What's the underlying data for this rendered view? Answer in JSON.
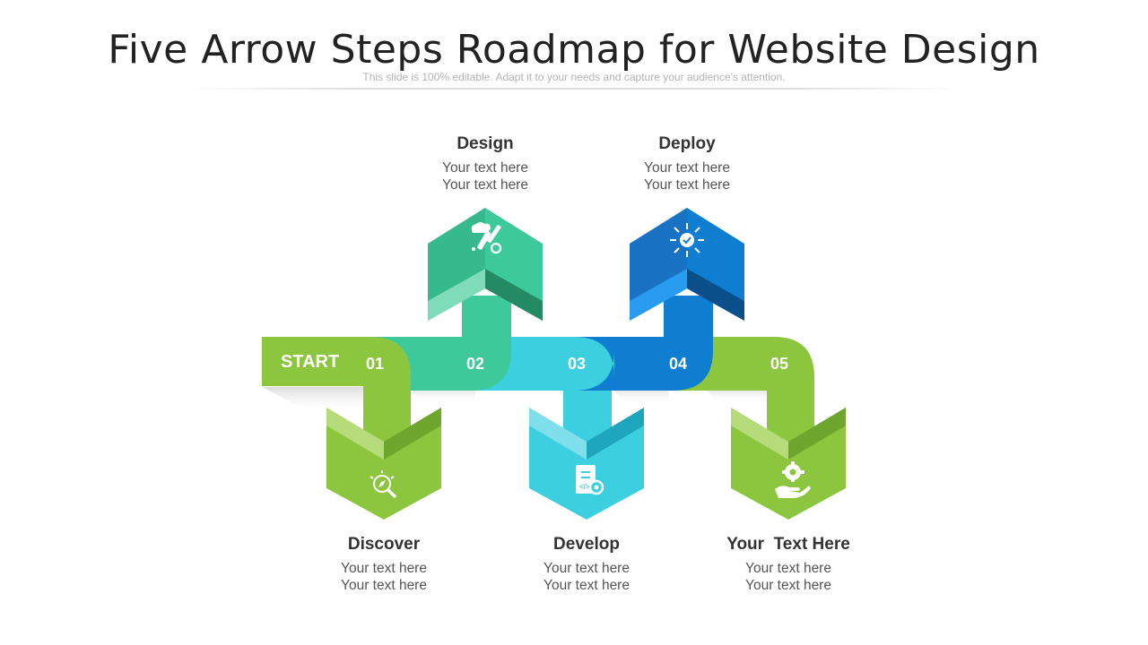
{
  "title": "Five Arrow Steps Roadmap for Website Design",
  "subtitle": "This slide is 100% editable. Adapt it to your needs and capture your audience's attention.",
  "start_label": "START",
  "steps": [
    {
      "number": "01",
      "title": "Discover",
      "line1": "Your text here",
      "line2": "Your text here",
      "icon": "magnifier-compass-icon",
      "color": "#8cc63f"
    },
    {
      "number": "02",
      "title": "Design",
      "line1": "Your text here",
      "line2": "Your text here",
      "icon": "design-tools-icon",
      "color": "#3ec99a"
    },
    {
      "number": "03",
      "title": "Develop",
      "line1": "Your text here",
      "line2": "Your text here",
      "icon": "code-document-gear-icon",
      "color": "#3ccfe0"
    },
    {
      "number": "04",
      "title": "Deploy",
      "line1": "Your text here",
      "line2": "Your text here",
      "icon": "network-check-icon",
      "color": "#0f7dd0"
    },
    {
      "number": "05",
      "title": "Your  Text Here",
      "line1": "Your text here",
      "line2": "Your text here",
      "icon": "hand-gear-icon",
      "color": "#8cc63f"
    }
  ]
}
